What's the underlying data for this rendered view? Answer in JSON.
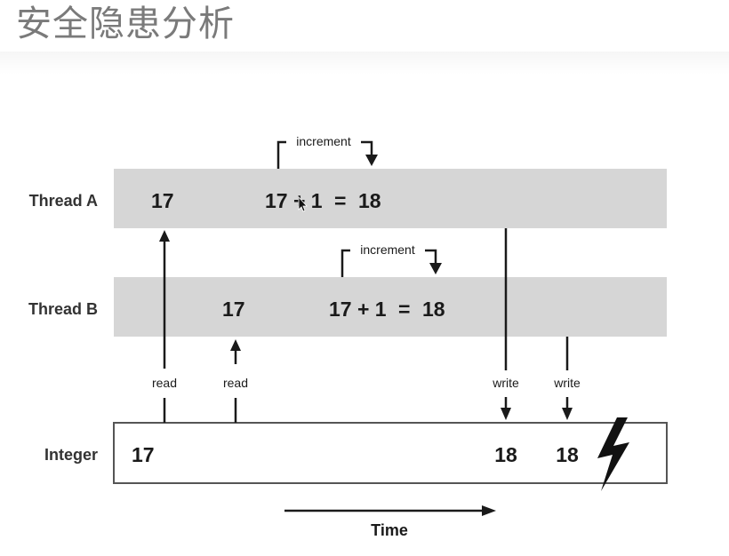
{
  "title": "安全隐患分析",
  "rows": {
    "thread_a": "Thread A",
    "thread_b": "Thread B",
    "integer": "Integer"
  },
  "thread_a": {
    "read_value": "17",
    "expression": "17 + 1",
    "equals": "=",
    "result": "18",
    "increment_label": "increment"
  },
  "thread_b": {
    "read_value": "17",
    "expression": "17 + 1",
    "equals": "=",
    "result": "18",
    "increment_label": "increment"
  },
  "integer": {
    "initial": "17",
    "write_a": "18",
    "write_b": "18"
  },
  "arrows": {
    "read_a": "read",
    "read_b": "read",
    "write_a": "write",
    "write_b": "write"
  },
  "time_label": "Time",
  "colors": {
    "thread_band": "#d6d6d6",
    "text": "#1a1a1a",
    "row_label": "#333333"
  }
}
